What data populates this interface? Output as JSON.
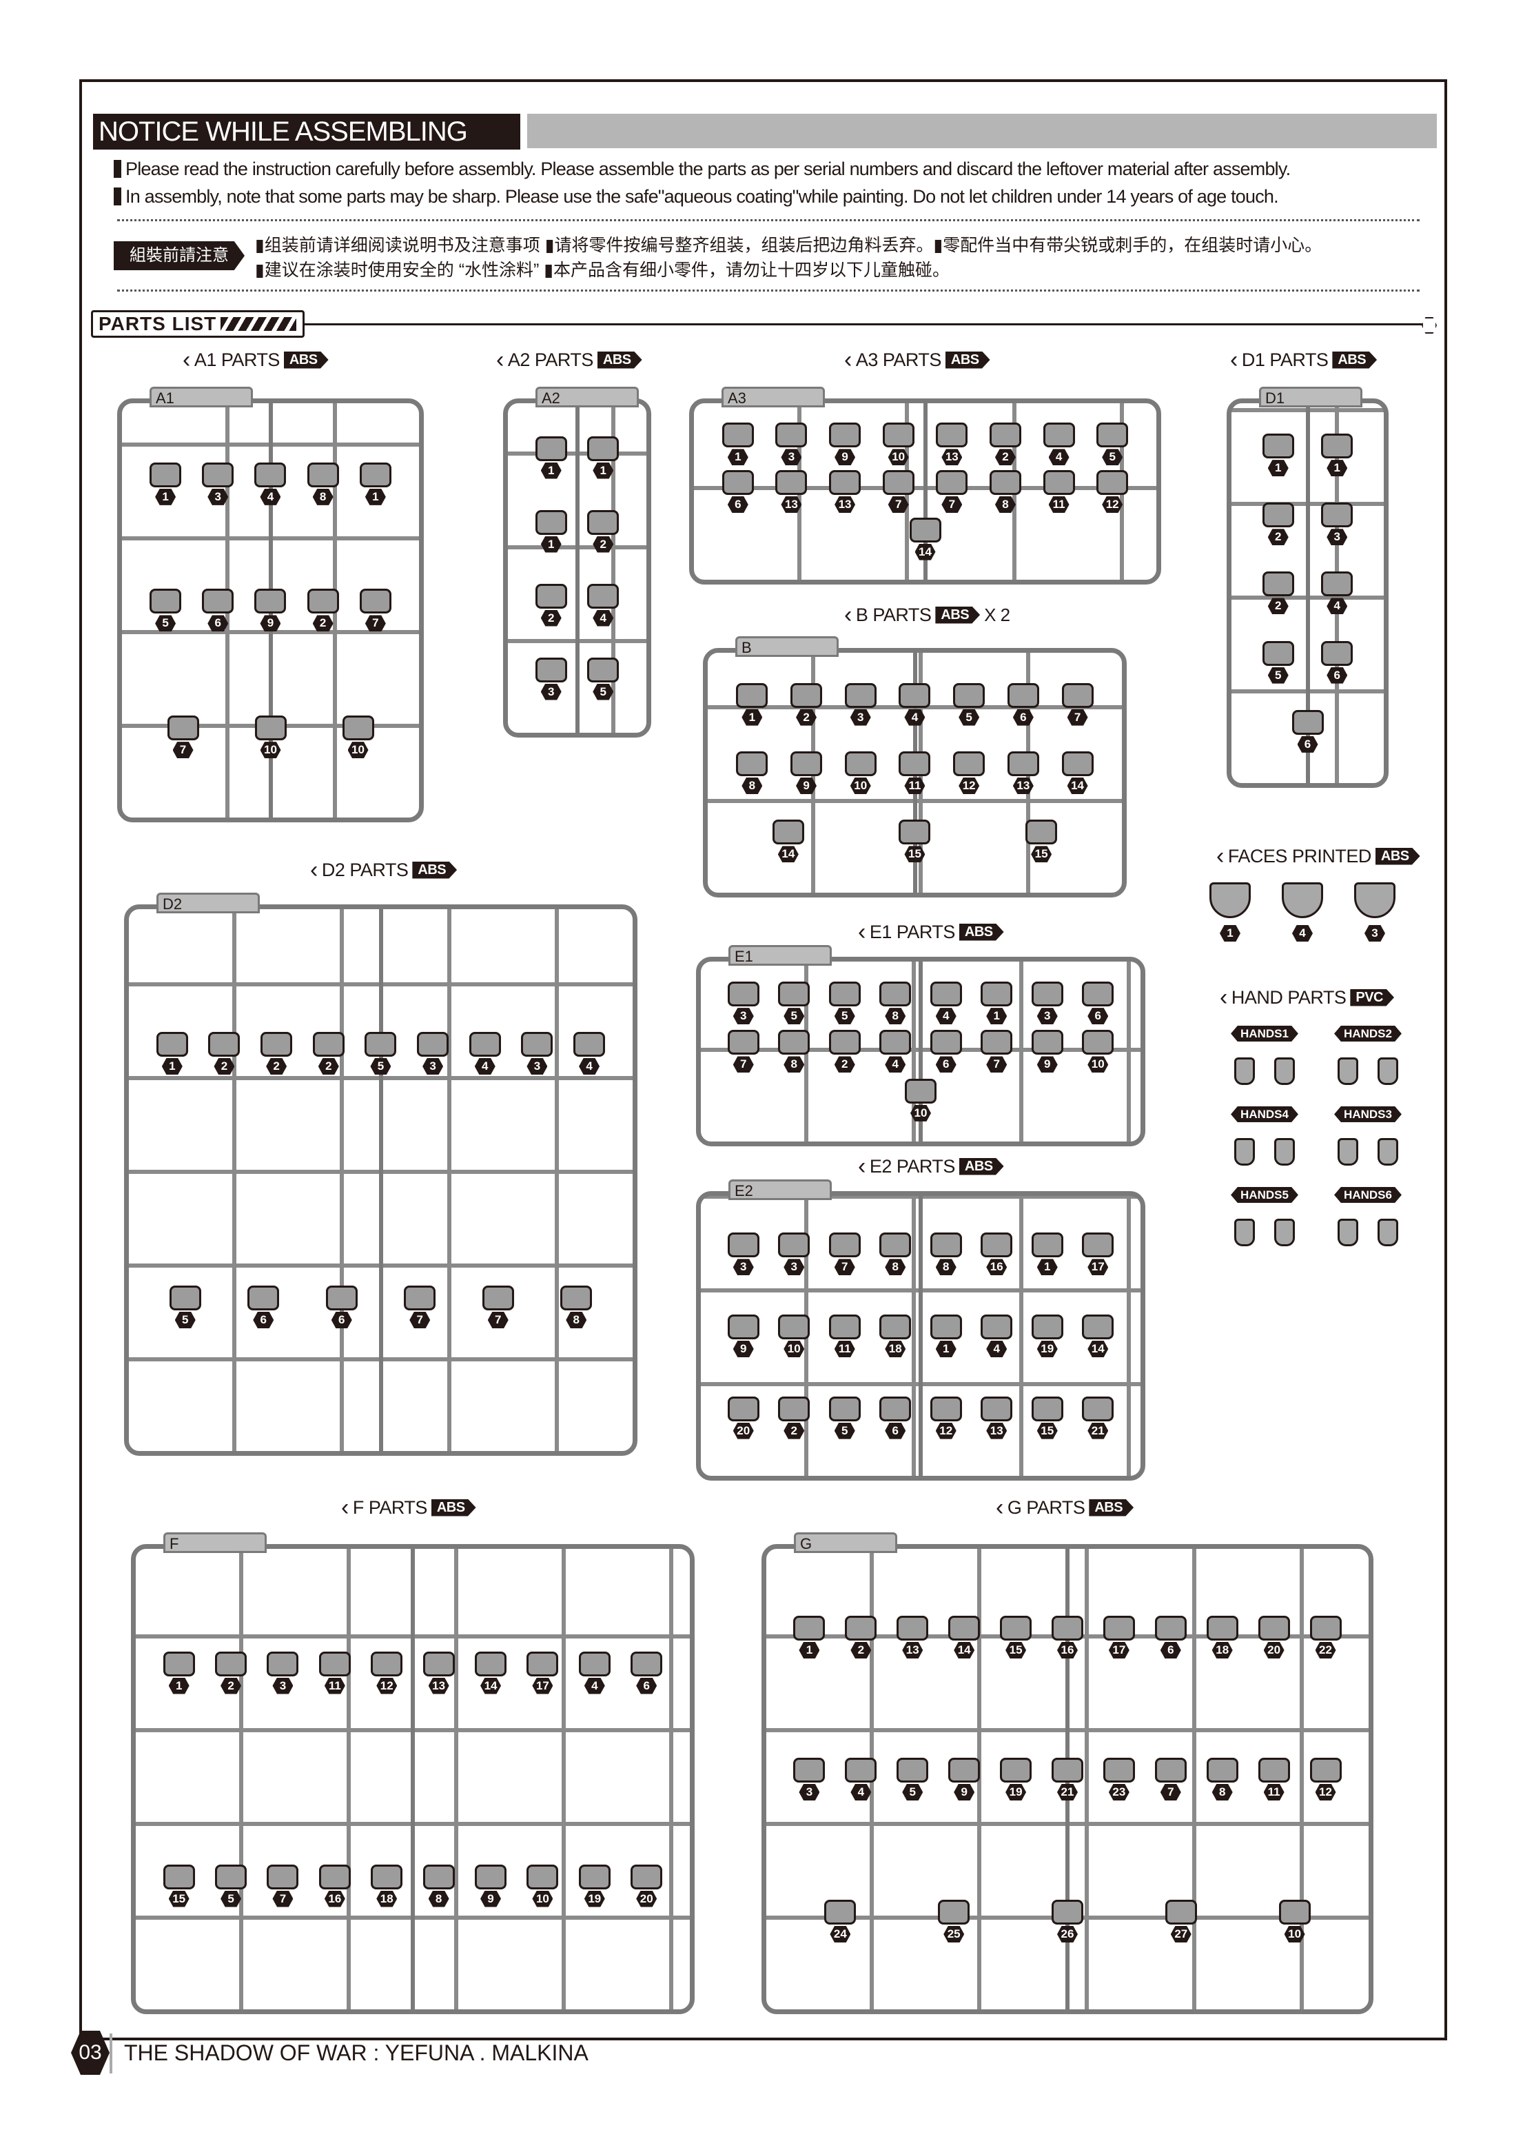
{
  "notice": {
    "title": "NOTICE WHILE  ASSEMBLING",
    "lines": [
      "Please read the instruction carefully before assembly.  Please assemble the parts as per serial numbers and discard the leftover material after assembly.",
      "In assembly, note that some parts may be sharp.  Please use the safe\"aqueous coating\"while painting. Do not let children under 14 years of age touch."
    ],
    "cn_badge": "組裝前請注意",
    "cn_lines": [
      "▮组装前请详细阅读说明书及注意事项  ▮请将零件按编号整齐组装，组装后把边角料丢弃。▮零配件当中有带尖锐或刺手的，在组装时请小心。",
      "▮建议在涂装时使用安全的 “水性涂料” ▮本产品含有细小零件，请勿让十四岁以下儿童触碰。"
    ]
  },
  "parts_list_title": "PARTS LIST",
  "runners": [
    {
      "id": "A1",
      "label": "A1 PARTS",
      "material": "ABS",
      "parts": [
        "1",
        "3",
        "4",
        "8",
        "1",
        "5",
        "6",
        "9",
        "2",
        "7",
        "7",
        "10",
        "10"
      ]
    },
    {
      "id": "A2",
      "label": "A2 PARTS",
      "material": "ABS",
      "parts": [
        "1",
        "1",
        "1",
        "2",
        "2",
        "4",
        "3",
        "5"
      ]
    },
    {
      "id": "A3",
      "label": "A3 PARTS",
      "material": "ABS",
      "parts": [
        "1",
        "3",
        "9",
        "10",
        "13",
        "2",
        "4",
        "5",
        "6",
        "13",
        "13",
        "7",
        "7",
        "8",
        "11",
        "12",
        "14"
      ]
    },
    {
      "id": "D1",
      "label": "D1 PARTS",
      "material": "ABS",
      "parts": [
        "1",
        "1",
        "2",
        "3",
        "2",
        "4",
        "5",
        "6",
        "6"
      ]
    },
    {
      "id": "B",
      "label": "B PARTS",
      "material": "ABS",
      "multiplier": "X 2",
      "parts": [
        "1",
        "2",
        "3",
        "4",
        "5",
        "6",
        "7",
        "8",
        "9",
        "10",
        "11",
        "12",
        "13",
        "14",
        "14",
        "15",
        "15"
      ]
    },
    {
      "id": "D2",
      "label": "D2 PARTS",
      "material": "ABS",
      "parts": [
        "1",
        "2",
        "2",
        "2",
        "5",
        "3",
        "4",
        "3",
        "4",
        "5",
        "6",
        "6",
        "7",
        "7",
        "8"
      ]
    },
    {
      "id": "E1",
      "label": "E1 PARTS",
      "material": "ABS",
      "parts": [
        "3",
        "5",
        "5",
        "8",
        "4",
        "1",
        "3",
        "6",
        "7",
        "8",
        "2",
        "4",
        "6",
        "7",
        "9",
        "10",
        "10"
      ]
    },
    {
      "id": "E2",
      "label": "E2 PARTS",
      "material": "ABS",
      "parts": [
        "3",
        "3",
        "7",
        "8",
        "8",
        "16",
        "1",
        "17",
        "9",
        "10",
        "11",
        "18",
        "1",
        "4",
        "19",
        "14",
        "20",
        "2",
        "5",
        "6",
        "12",
        "13",
        "15",
        "21"
      ]
    },
    {
      "id": "F",
      "label": "F PARTS",
      "material": "ABS",
      "parts": [
        "1",
        "2",
        "3",
        "11",
        "12",
        "13",
        "14",
        "17",
        "4",
        "6",
        "15",
        "5",
        "7",
        "16",
        "18",
        "8",
        "9",
        "10",
        "19",
        "20"
      ]
    },
    {
      "id": "G",
      "label": "G PARTS",
      "material": "ABS",
      "parts": [
        "1",
        "2",
        "13",
        "14",
        "15",
        "16",
        "17",
        "6",
        "18",
        "20",
        "22",
        "3",
        "4",
        "5",
        "9",
        "19",
        "21",
        "23",
        "7",
        "8",
        "11",
        "12",
        "24",
        "25",
        "26",
        "27",
        "10"
      ]
    }
  ],
  "faces": {
    "label": "FACES PRINTED",
    "material": "ABS",
    "items": [
      "1",
      "4",
      "3"
    ]
  },
  "hands": {
    "label": "HAND PARTS",
    "material": "PVC",
    "items": [
      "HANDS1",
      "HANDS2",
      "HANDS4",
      "HANDS3",
      "HANDS5",
      "HANDS6"
    ]
  },
  "footer": {
    "page": "03",
    "title": "THE SHADOW OF WAR : YEFUNA . MALKINA"
  }
}
